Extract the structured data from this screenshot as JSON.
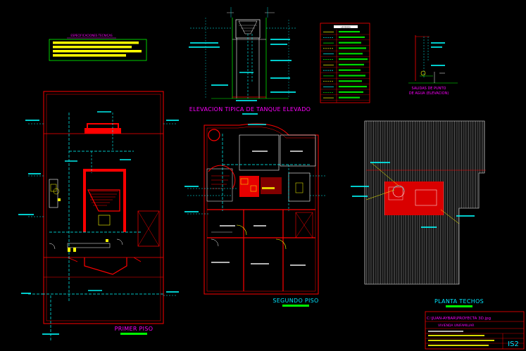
{
  "drawing": {
    "title_block": {
      "file_path": "C:\\JUAN-AYBAR\\PROYECTA 3D.jpg",
      "project": "VIVIENDA UNIFAMILIAR",
      "sheet": "IS2"
    },
    "plans": {
      "first_floor": "PRIMER PISO",
      "second_floor": "SEGUNDO PISO",
      "roof": "PLANTA TECHOS"
    },
    "details": {
      "tank_elevation": "ELEVACION TIPICA DE TANQUE ELEVADO",
      "water_outlets_line1": "SALIDAS DE PUNTO",
      "water_outlets_line2": "DE AGUA (ELEVACION)",
      "specs_title": "ESPECIFICACIONES TECNICAS",
      "legend_title": "LEYENDA"
    }
  }
}
